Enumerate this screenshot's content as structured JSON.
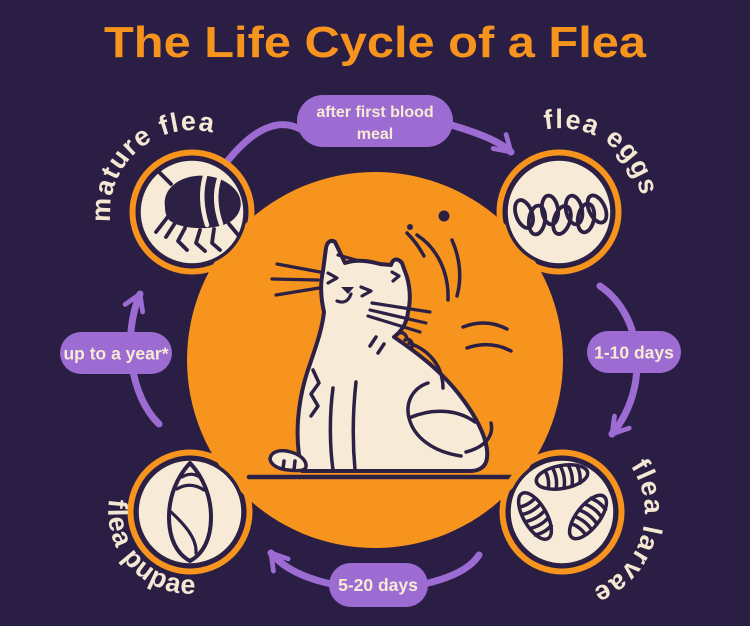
{
  "title": "The Life Cycle of a Flea",
  "stages": {
    "mature_flea": {
      "label": "mature flea",
      "icon": "flea-icon"
    },
    "flea_eggs": {
      "label": "flea eggs",
      "icon": "eggs-icon"
    },
    "flea_larvae": {
      "label": "flea larvae",
      "icon": "larvae-icon"
    },
    "flea_pupae": {
      "label": "flea pupae",
      "icon": "pupa-cocoon-icon"
    }
  },
  "transitions": {
    "mature_to_eggs": {
      "from": "mature flea",
      "to": "flea eggs",
      "line1": "after first blood",
      "line2": "meal"
    },
    "eggs_to_larvae": {
      "from": "flea eggs",
      "to": "flea larvae",
      "label": "1-10 days"
    },
    "larvae_to_pupae": {
      "from": "flea larvae",
      "to": "flea pupae",
      "label": "5-20 days"
    },
    "pupae_to_mature": {
      "from": "flea pupae",
      "to": "mature flea",
      "label": "up to a year*"
    }
  },
  "center_illustration": "cat scratching itself with fleas jumping",
  "colors": {
    "background": "#2b1e45",
    "orange": "#f7941d",
    "cream": "#f7ead6",
    "purple": "#9c6cd3",
    "ink": "#2c2045"
  }
}
